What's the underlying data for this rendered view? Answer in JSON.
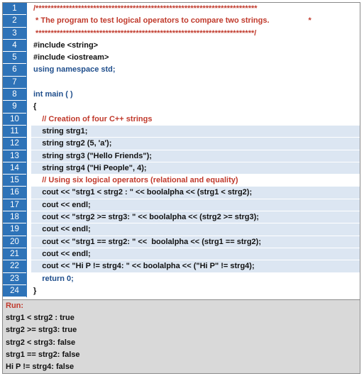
{
  "code_lines": [
    {
      "n": "1",
      "text": "/*************************************************************************",
      "type": "comment",
      "hl": false
    },
    {
      "n": "2",
      "text": " * The program to test logical operators to compare two strings.                  *",
      "type": "comment",
      "hl": false
    },
    {
      "n": "3",
      "text": " ************************************************************************/",
      "type": "comment",
      "hl": false
    },
    {
      "n": "4",
      "text": "#include <string>",
      "type": "plain",
      "hl": false
    },
    {
      "n": "5",
      "text": "#include <iostream>",
      "type": "plain",
      "hl": false
    },
    {
      "n": "6",
      "text": "using namespace std;",
      "type": "keyword",
      "hl": false
    },
    {
      "n": "7",
      "text": "",
      "type": "plain",
      "hl": false
    },
    {
      "n": "8",
      "text": "int main ( )",
      "type": "keyword",
      "hl": false
    },
    {
      "n": "9",
      "text": "{",
      "type": "plain",
      "hl": false
    },
    {
      "n": "10",
      "text": "    // Creation of four C++ strings",
      "type": "comment",
      "hl": false
    },
    {
      "n": "11",
      "text": "    string strg1;",
      "type": "plain",
      "hl": true
    },
    {
      "n": "12",
      "text": "    string strg2 (5, 'a');",
      "type": "plain",
      "hl": true
    },
    {
      "n": "13",
      "text": "    string strg3 (\"Hello Friends\");",
      "type": "plain",
      "hl": true
    },
    {
      "n": "14",
      "text": "    string strg4 (\"Hi People\", 4);",
      "type": "plain",
      "hl": true
    },
    {
      "n": "15",
      "text": "    // Using six logical operators (relational and equality)",
      "type": "comment",
      "hl": false
    },
    {
      "n": "16",
      "text": "    cout << \"strg1 < strg2 : \" << boolalpha << (strg1 < strg2);",
      "type": "plain",
      "hl": true
    },
    {
      "n": "17",
      "text": "    cout << endl;",
      "type": "plain",
      "hl": true
    },
    {
      "n": "18",
      "text": "    cout << \"strg2 >= strg3: \" << boolalpha << (strg2 >= strg3);",
      "type": "plain",
      "hl": true
    },
    {
      "n": "19",
      "text": "    cout << endl;",
      "type": "plain",
      "hl": true
    },
    {
      "n": "20",
      "text": "    cout << \"strg1 == strg2: \" <<  boolalpha << (strg1 == strg2);",
      "type": "plain",
      "hl": true
    },
    {
      "n": "21",
      "text": "    cout << endl;",
      "type": "plain",
      "hl": true
    },
    {
      "n": "22",
      "text": "    cout << \"Hi P != strg4: \" << boolalpha << (\"Hi P\" != strg4);",
      "type": "plain",
      "hl": true
    },
    {
      "n": "23",
      "text": "    return 0;",
      "type": "keyword",
      "hl": false
    },
    {
      "n": "24",
      "text": "}",
      "type": "plain",
      "hl": false
    }
  ],
  "run": {
    "header": "Run:",
    "lines": [
      "strg1 < strg2 : true",
      "strg2 >= strg3: true",
      "strg2 < strg3: false",
      "strg1 == strg2: false",
      "Hi P != strg4: false"
    ]
  },
  "colors": {
    "line_number_bg": "#2e73b8",
    "highlight_bg": "#dce6f2",
    "comment": "#c0392b",
    "keyword": "#1f4e8c",
    "run_bg": "#d9d9d9"
  }
}
